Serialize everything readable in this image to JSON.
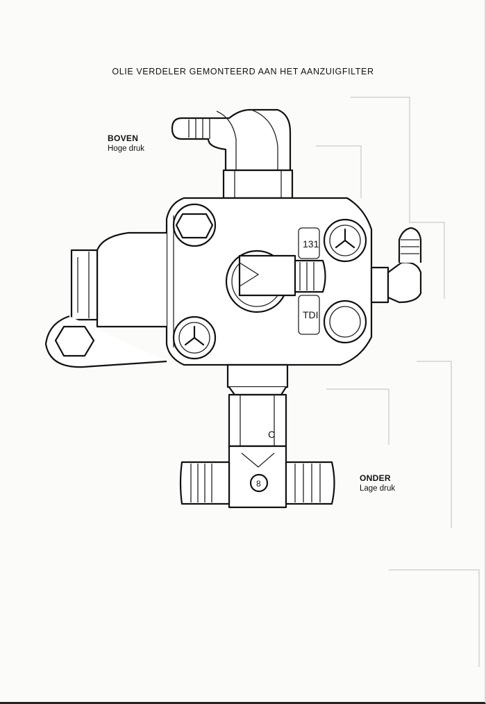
{
  "title": "OLIE VERDELER GEMONTEERD AAN HET AANZUIGFILTER",
  "top_port": {
    "heading": "BOVEN",
    "subtitle": "Hoge druk"
  },
  "bottom_port": {
    "heading": "ONDER",
    "subtitle": "Lage druk"
  },
  "part_markings": {
    "fitting_mark": "C",
    "tee_mark": "8"
  },
  "colors": {
    "ink": "#111111",
    "paper": "#fbfbfa",
    "bleed": "#c9c9c6"
  }
}
